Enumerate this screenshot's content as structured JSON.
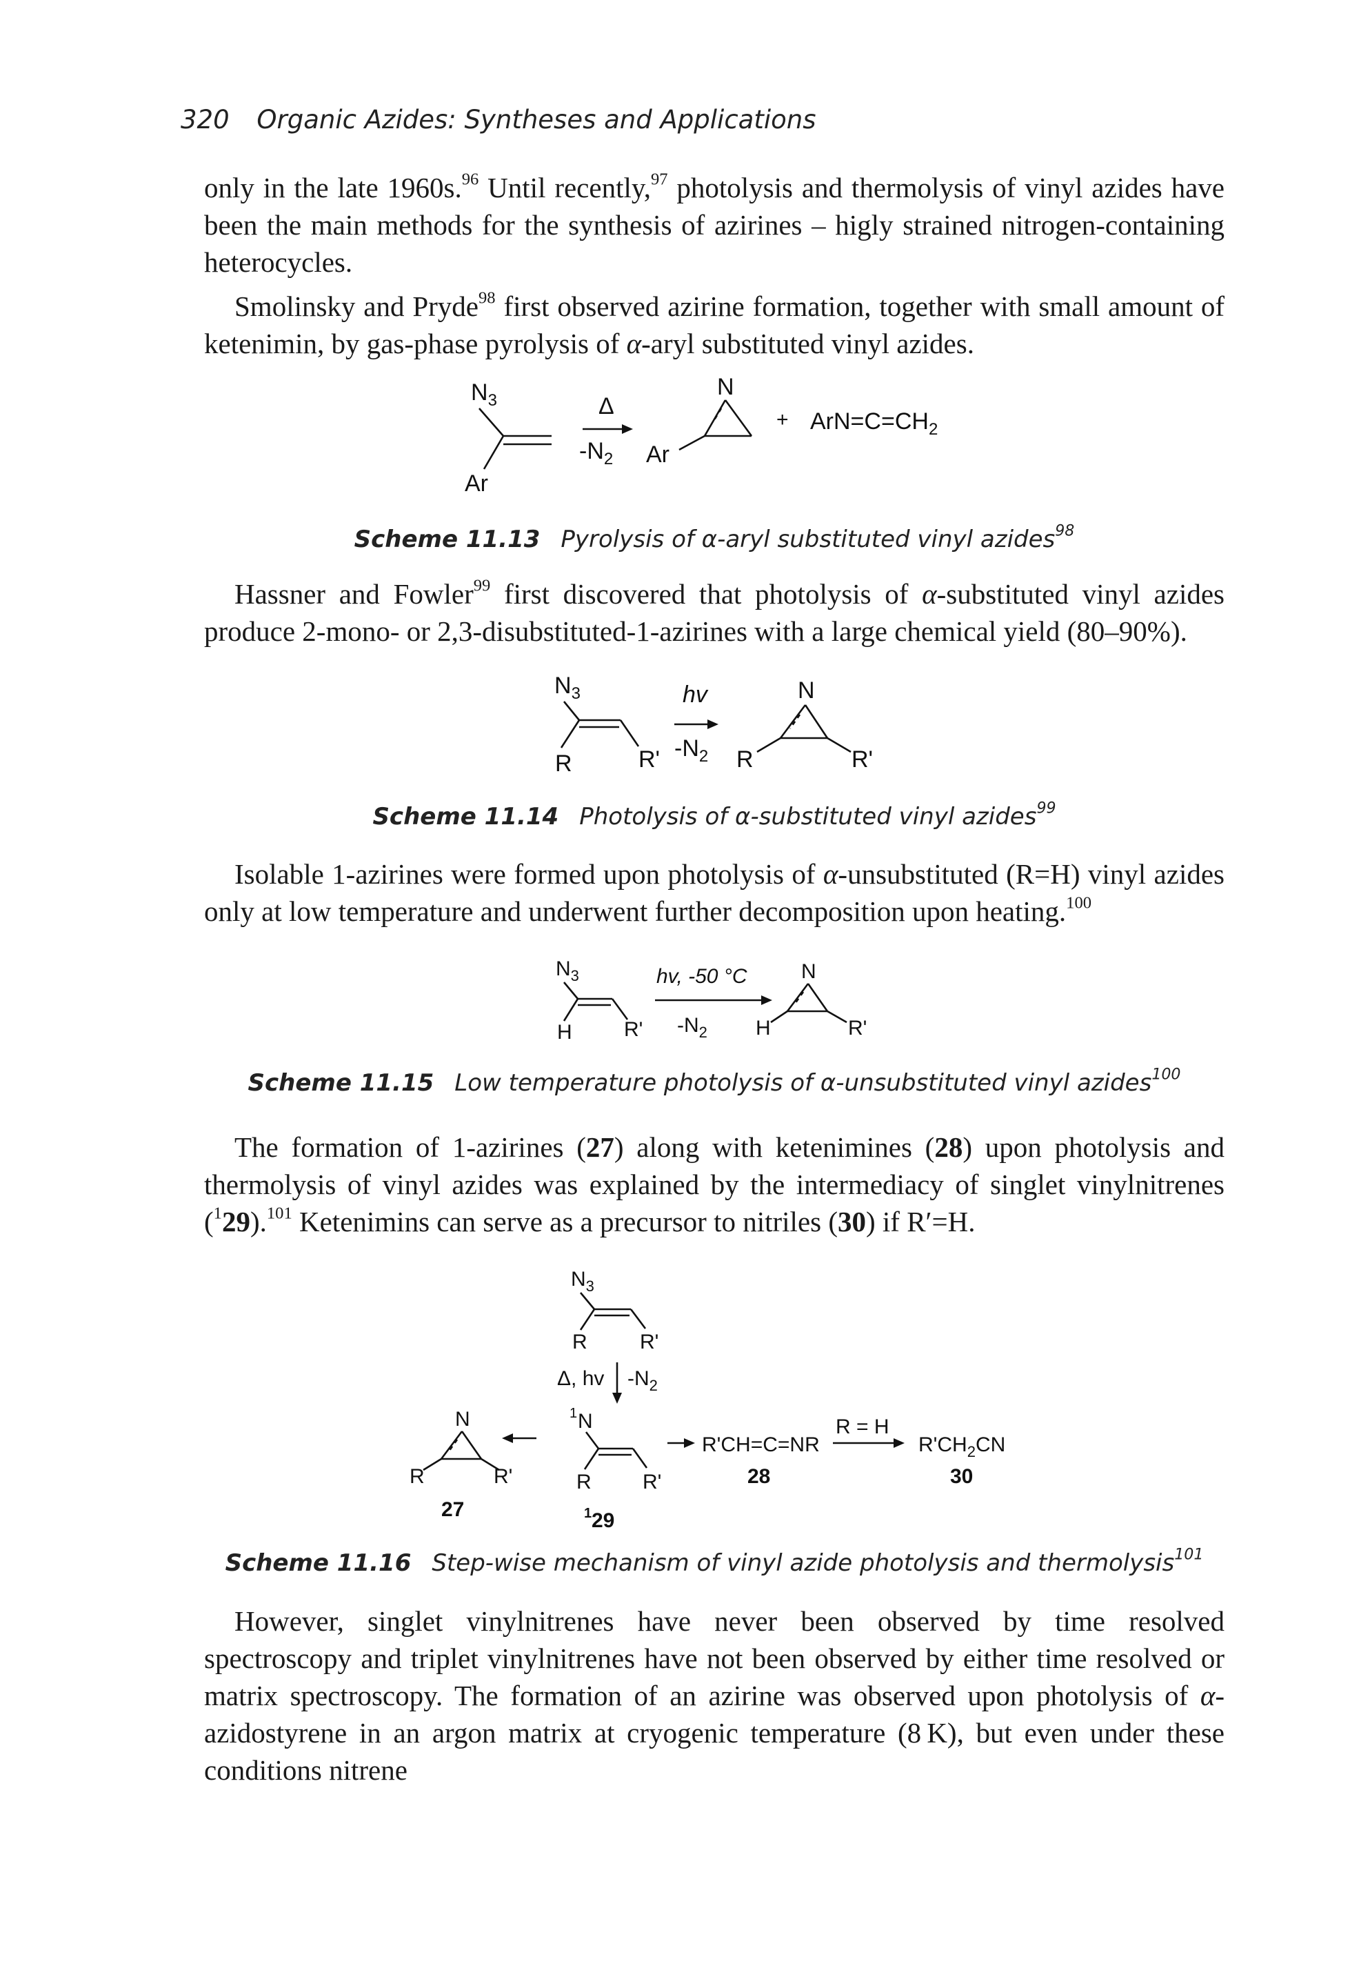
{
  "header": {
    "page_number": "320",
    "running_title": "Organic Azides: Syntheses and Applications"
  },
  "paragraphs": {
    "p1": {
      "t1": "only in the late 1960s.",
      "r1": "96",
      "t2": " Until recently,",
      "r2": "97",
      "t3": " photolysis and thermolysis of vinyl azides have been the main methods for the synthesis of azirines – higly strained nitrogen-containing heterocycles."
    },
    "p2": {
      "t1": "Smolinsky and Pryde",
      "r1": "98",
      "t2": " first observed azirine formation, together with small amount of ketenimin, by gas-phase pyrolysis of ",
      "alpha": "α",
      "t3": "-aryl substituted vinyl azides."
    },
    "p3": {
      "t1": "Hassner and Fowler",
      "r1": "99",
      "t2": " first discovered that photolysis of ",
      "alpha": "α",
      "t3": "-substituted vinyl azides produce 2-mono- or 2,3-disubstituted-1-azirines with a large chemical yield (80–90%)."
    },
    "p4": {
      "t1": "Isolable 1-azirines were formed upon photolysis of ",
      "alpha": "α",
      "t2": "-unsubstituted (R=H) vinyl azides only at low temperature and underwent further decomposition upon heating.",
      "r1": "100"
    },
    "p5": {
      "t1": "The formation of 1-azirines (",
      "n27": "27",
      "t2": ") along with ketenimines (",
      "n28": "28",
      "t3": ") upon photolysis and thermolysis of vinyl azides was explained by the intermediacy of singlet vinylnitrenes (",
      "sup1": "1",
      "n29": "29",
      "t4": ").",
      "r1": "101",
      "t5": " Ketenimins can serve as a precursor to nitriles (",
      "n30": "30",
      "t6": ") if R′=H."
    },
    "p6": {
      "t1": "However, singlet vinylnitrenes have never been observed by time resolved spectroscopy and triplet vinylnitrenes have not been observed by either time resolved or matrix spectroscopy. The formation of an azirine was observed upon photolysis of ",
      "alpha": "α",
      "t2": "-azidostyrene in an argon matrix at cryogenic temperature (8 K), but even under these conditions nitrene"
    }
  },
  "schemes": {
    "s13": {
      "label": "Scheme 11.13",
      "cap1": "Pyrolysis of ",
      "alpha": "α",
      "cap2": "-aryl substituted vinyl azides",
      "ref": "98",
      "n3": "N",
      "n3_sub": "3",
      "ar": "Ar",
      "delta": "Δ",
      "minus_n": "-N",
      "n2_sub": "2",
      "n": "N",
      "ar2": "Ar",
      "plus": "+",
      "ketenimine": "ArN=C=CH",
      "ch2_sub": "2"
    },
    "s14": {
      "label": "Scheme 11.14",
      "cap1": "Photolysis of ",
      "alpha": "α",
      "cap2": "-substituted vinyl azides",
      "ref": "99",
      "n3": "N",
      "n3_sub": "3",
      "hv": "hv",
      "minus_n": "-N",
      "n2_sub": "2",
      "r": "R",
      "rp": "R'",
      "n": "N",
      "r2": "R",
      "rp2": "R'"
    },
    "s15": {
      "label": "Scheme 11.15",
      "cap1": "Low temperature photolysis of ",
      "alpha": "α",
      "cap2": "-unsubstituted vinyl azides",
      "ref": "100",
      "n3": "N",
      "n3_sub": "3",
      "h": "H",
      "rp": "R'",
      "cond": "hv, -50 °C",
      "minus_n": "-N",
      "n2_sub": "2",
      "n": "N",
      "h2": "H",
      "rp2": "R'"
    },
    "s16": {
      "label": "Scheme 11.16",
      "cap1": "Step-wise mechanism of vinyl azide photolysis and thermolysis",
      "ref": "101",
      "n3": "N",
      "n3_sub": "3",
      "r": "R",
      "rp": "R'",
      "cond_left": "Δ, hv",
      "cond_right": "-N",
      "n2_sub": "2",
      "singlet_sup": "1",
      "nitrene_n": "N",
      "r_b": "R",
      "rp_b": "R'",
      "c29_sup": "1",
      "c29": "29",
      "az_n": "N",
      "az_r": "R",
      "az_rp": "R'",
      "c27": "27",
      "ketenimine": "R'CH=C=NR",
      "c28": "28",
      "cond_rh": "R = H",
      "nitrile1": "R'CH",
      "nitrile_sub": "2",
      "nitrile2": "CN",
      "c30": "30"
    }
  }
}
